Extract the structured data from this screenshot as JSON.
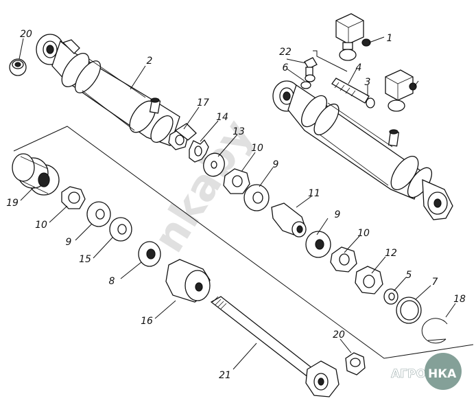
{
  "watermark": "nkaby",
  "logo": {
    "left": "АГРО",
    "right": "НКА"
  },
  "callouts": [
    {
      "id": "c20a",
      "text": "20"
    },
    {
      "id": "c2",
      "text": "2"
    },
    {
      "id": "c1",
      "text": "1"
    },
    {
      "id": "c22",
      "text": "22"
    },
    {
      "id": "c6",
      "text": "6"
    },
    {
      "id": "c4",
      "text": "4"
    },
    {
      "id": "c3",
      "text": "3"
    },
    {
      "id": "c17",
      "text": "17"
    },
    {
      "id": "c14",
      "text": "14"
    },
    {
      "id": "c13",
      "text": "13"
    },
    {
      "id": "c10a",
      "text": "10"
    },
    {
      "id": "c9a",
      "text": "9"
    },
    {
      "id": "c19",
      "text": "19"
    },
    {
      "id": "c11",
      "text": "11"
    },
    {
      "id": "c10b",
      "text": "10"
    },
    {
      "id": "c9b",
      "text": "9"
    },
    {
      "id": "c9c",
      "text": "9"
    },
    {
      "id": "c15",
      "text": "15"
    },
    {
      "id": "c10c",
      "text": "10"
    },
    {
      "id": "c12",
      "text": "12"
    },
    {
      "id": "c8",
      "text": "8"
    },
    {
      "id": "c5",
      "text": "5"
    },
    {
      "id": "c7",
      "text": "7"
    },
    {
      "id": "c16",
      "text": "16"
    },
    {
      "id": "c18",
      "text": "18"
    },
    {
      "id": "c20b",
      "text": "20"
    },
    {
      "id": "c21",
      "text": "21"
    }
  ]
}
